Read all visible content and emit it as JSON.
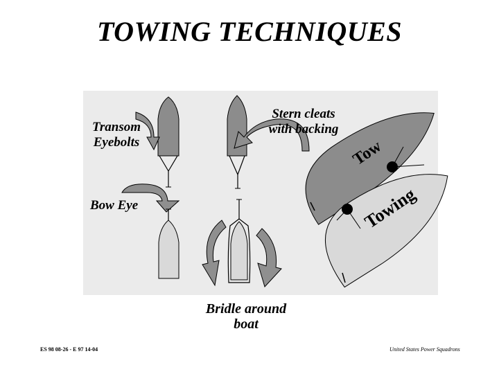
{
  "title": "TOWING TECHNIQUES",
  "labels": {
    "transom_eyebolts": [
      "Transom",
      "Eyebolts"
    ],
    "stern_cleats": [
      "Stern cleats",
      "with backing"
    ],
    "bow_eye": "Bow Eye",
    "bridle": [
      "Bridle around",
      "boat"
    ],
    "tow": "Tow",
    "towing": "Towing"
  },
  "footer": {
    "left": "ES 98 08-26  -  E 97 14-04",
    "right": "United States Power Squadrons"
  },
  "colors": {
    "panel": "#ebebeb",
    "dark_hull": "#8c8c8c",
    "light_hull": "#d9d9d9",
    "arrow_fill": "#8f8f8f",
    "line": "#000000"
  }
}
